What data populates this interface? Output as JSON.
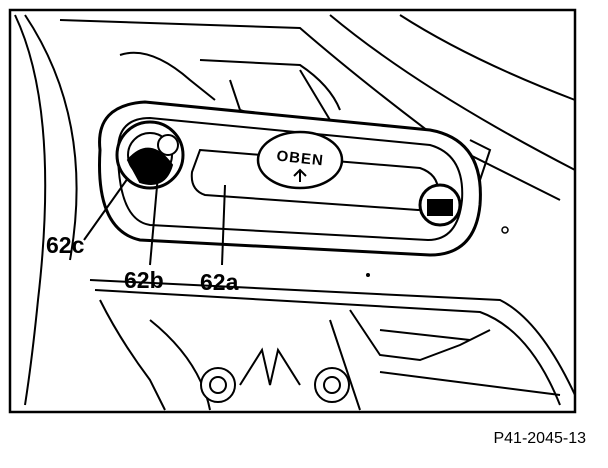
{
  "callouts": {
    "c62a": "62a",
    "c62b": "62b",
    "c62c": "62c"
  },
  "stamp_text": "OBEN",
  "figure_code": "P41-2045-13"
}
